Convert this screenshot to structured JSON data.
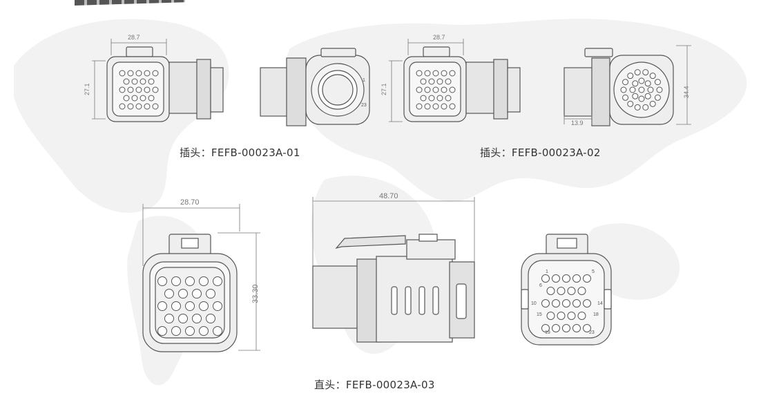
{
  "colors": {
    "line": "#555555",
    "fill": "#eeeeee",
    "map": "#f1f1f1",
    "text": "#333333"
  },
  "connectors": [
    {
      "caption": "插头：FEFB-00023A-01",
      "views": {
        "front": {
          "width_dim": "28.7",
          "height_dim": "27.1"
        },
        "rear": {
          "marks": [
            "1",
            "23"
          ]
        }
      }
    },
    {
      "caption": "插头：FEFB-00023A-02",
      "views": {
        "front": {
          "width_dim": "28.7",
          "height_dim": "27.1"
        },
        "side": {
          "depth_dim": "13.9",
          "height_dim": "34.4"
        }
      }
    },
    {
      "caption": "直头：FEFB-00023A-03",
      "views": {
        "front": {
          "width_dim": "28.70",
          "height_dim": "33.30"
        },
        "side": {
          "length_dim": "48.70"
        },
        "rear": {
          "pin_labels": [
            "1",
            "5",
            "6",
            "10",
            "14",
            "15",
            "18",
            "19",
            "23"
          ]
        }
      }
    }
  ]
}
